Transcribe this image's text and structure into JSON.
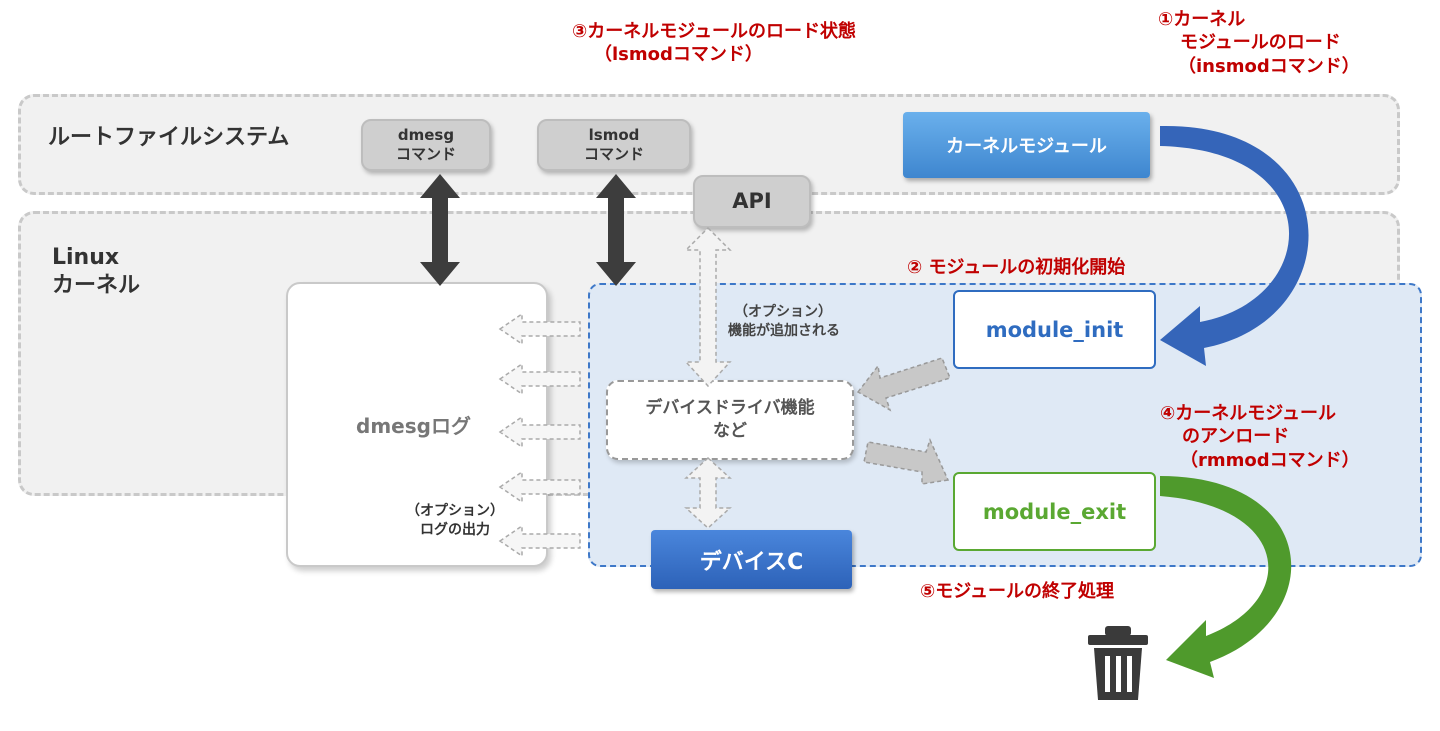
{
  "regions": {
    "rootfs_label": "ルートファイルシステム",
    "kernel_label_line1": "Linux",
    "kernel_label_line2": "カーネル"
  },
  "commands": {
    "dmesg_line1": "dmesg",
    "dmesg_line2": "コマンド",
    "lsmod_line1": "lsmod",
    "lsmod_line2": "コマンド"
  },
  "api_label": "API",
  "kernel_module_label": "カーネルモジュール",
  "steps": {
    "step1_line1": "①カーネル",
    "step1_line2": "モジュールのロード",
    "step1_line3": "（insmodコマンド）",
    "step2": "② モジュールの初期化開始",
    "step3_line1": "③カーネルモジュールのロード状態",
    "step3_line2": "（lsmodコマンド）",
    "step4_line1": "④カーネルモジュール",
    "step4_line2": "のアンロード",
    "step4_line3": "（rmmodコマンド）",
    "step5": "⑤モジュールの終了処理"
  },
  "log": {
    "title": "dmesgログ",
    "note_line1": "（オプション）",
    "note_line2": "ログの出力"
  },
  "feature_note_line1": "（オプション）",
  "feature_note_line2": "機能が追加される",
  "driver": {
    "line1": "デバイスドライバ機能",
    "line2": "など"
  },
  "module_init": "module_init",
  "module_exit": "module_exit",
  "device_label": "デバイスC",
  "icons": {
    "trash": "trash-icon"
  },
  "colors": {
    "step_text": "#c00000",
    "init_blue": "#2f6cc0",
    "exit_green": "#5aa832",
    "module_blue": "#4a90e2"
  }
}
